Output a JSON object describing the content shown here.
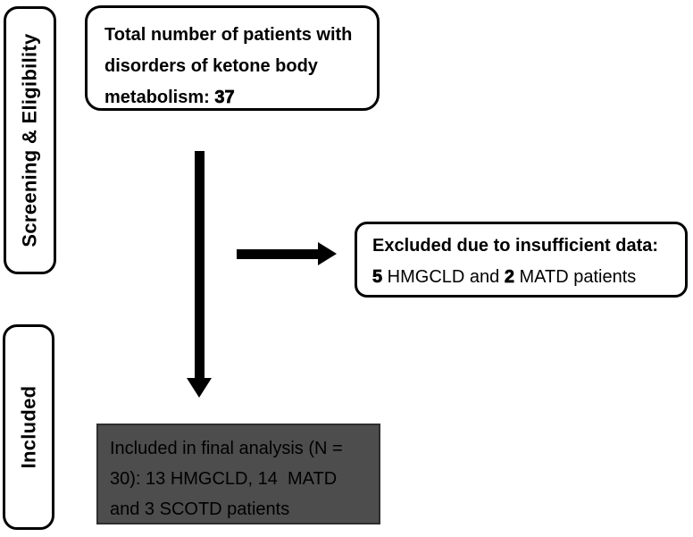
{
  "figure": {
    "type": "flow-diagram",
    "description": "Patient screening and inclusion flowchart for disorders of ketone body metabolism"
  },
  "colors": {
    "background": "#ffffff",
    "box_fill": "#ffffff",
    "box_border": "#000000",
    "dark_box_fill": "#4d4d4d",
    "dark_box_border": "#2e2e2e",
    "arrow": "#000000",
    "text": "#000000"
  },
  "stage_labels": {
    "screening": {
      "label": "Screening & Eligibility"
    },
    "included": {
      "label": "Included"
    }
  },
  "nodes": {
    "total": {
      "lines": [
        [
          {
            "t": "Total number of patients with",
            "b": true
          }
        ],
        [
          {
            "t": "disorders of ketone body",
            "b": true
          }
        ],
        [
          {
            "t": "metabolism: ",
            "b": true
          },
          {
            "t": "37",
            "b": true,
            "xb": true
          }
        ]
      ]
    },
    "excluded": {
      "lines": [
        [
          {
            "t": "Excluded due to insufficient data:",
            "b": true
          }
        ],
        [
          {
            "t": "5",
            "b": true,
            "xb": true
          },
          {
            "t": " HMGCLD and ",
            "b": false
          },
          {
            "t": "2",
            "b": true,
            "xb": true
          },
          {
            "t": " MATD patients",
            "b": false
          }
        ]
      ]
    },
    "final": {
      "lines": [
        [
          {
            "t": "Included in final analysis (N =",
            "b": false
          }
        ],
        [
          {
            "t": "30): 13 HMGCLD, 14  MATD",
            "b": false
          }
        ],
        [
          {
            "t": "and 3 SCOTD patients",
            "b": false
          }
        ]
      ]
    }
  },
  "arrows": [
    {
      "name": "flow-arrow-down",
      "direction": "down"
    },
    {
      "name": "flow-arrow-right",
      "direction": "right"
    }
  ]
}
